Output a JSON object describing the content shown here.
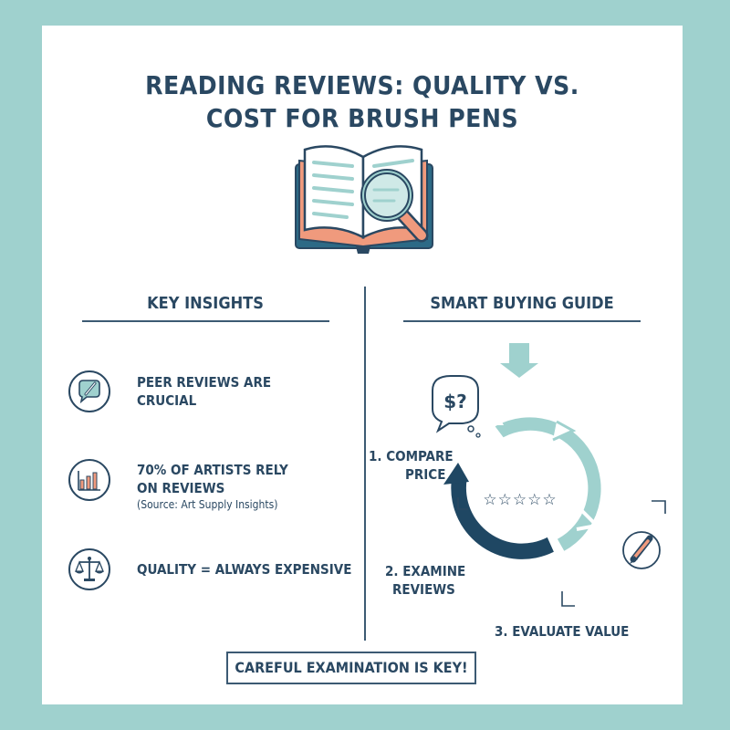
{
  "title": {
    "line1": "READING REVIEWS: QUALITY VS.",
    "line2": "COST FOR BRUSH PENS"
  },
  "icons": {
    "hero": "open-book-magnifier-icon",
    "insight1": "speech-bubble-pen-icon",
    "insight2": "bar-chart-icon",
    "insight3": "balance-scale-icon",
    "price": "price-question-bubble-icon",
    "down_arrow": "down-arrow-icon",
    "pen": "fountain-pen-icon",
    "stars": "five-stars-icon"
  },
  "colors": {
    "background": "#9fd1ce",
    "navy": "#2a4862",
    "teal": "#9fd1ce",
    "coral": "#f09a7d"
  },
  "left_column": {
    "heading": "KEY INSIGHTS",
    "insights": [
      {
        "line1": "PEER REVIEWS ARE",
        "line2": "CRUCIAL"
      },
      {
        "line1": "70% OF ARTISTS RELY",
        "line2": "ON REVIEWS",
        "source": "(Source: Art Supply Insights)"
      },
      {
        "line1": "QUALITY = ALWAYS EXPENSIVE"
      }
    ]
  },
  "right_column": {
    "heading": "SMART BUYING GUIDE",
    "price_symbol": "$?",
    "stars": "☆☆☆☆☆",
    "steps": [
      {
        "line1": "1. COMPARE",
        "line2": "PRICE"
      },
      {
        "line1": "2. EXAMINE",
        "line2": "REVIEWS"
      },
      {
        "line1": "3. EVALUATE VALUE"
      }
    ]
  },
  "banner": "CAREFUL EXAMINATION IS KEY!"
}
